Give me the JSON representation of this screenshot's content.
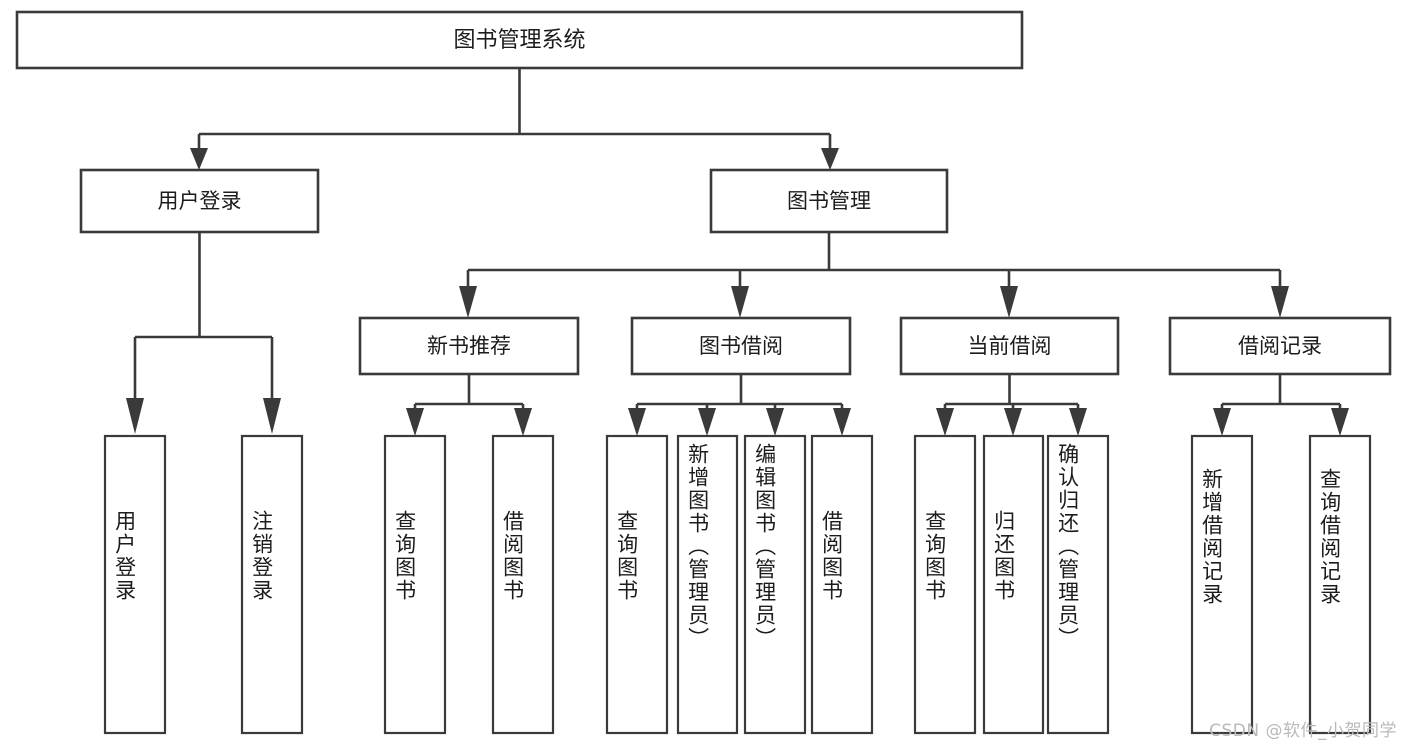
{
  "diagram": {
    "type": "tree-hierarchy",
    "title": "图书管理系统",
    "watermark": "CSDN @软件_小贺同学",
    "colors": {
      "stroke": "#3a3a3a",
      "box_fill": "#ffffff",
      "text": "#1c1c1c",
      "background": "#ffffff",
      "watermark": "#b9b9b9"
    },
    "levels": {
      "root": {
        "label": "图书管理系统"
      },
      "level2": [
        {
          "label": "用户登录"
        },
        {
          "label": "图书管理"
        }
      ],
      "level3": [
        {
          "label": "新书推荐"
        },
        {
          "label": "图书借阅"
        },
        {
          "label": "当前借阅"
        },
        {
          "label": "借阅记录"
        }
      ],
      "leaves": {
        "user_login": [
          {
            "label": "用户登录"
          },
          {
            "label": "注销登录"
          }
        ],
        "new_book_recommend": [
          {
            "label": "查询图书"
          },
          {
            "label": "借阅图书"
          }
        ],
        "book_borrow": [
          {
            "label": "查询图书"
          },
          {
            "label": "新增图书（管理员）"
          },
          {
            "label": "编辑图书（管理员）"
          },
          {
            "label": "借阅图书"
          }
        ],
        "current_borrow": [
          {
            "label": "查询图书"
          },
          {
            "label": "归还图书"
          },
          {
            "label": "确认归还（管理员）"
          }
        ],
        "borrow_record": [
          {
            "label": "新增借阅记录"
          },
          {
            "label": "查询借阅记录"
          }
        ]
      }
    }
  }
}
